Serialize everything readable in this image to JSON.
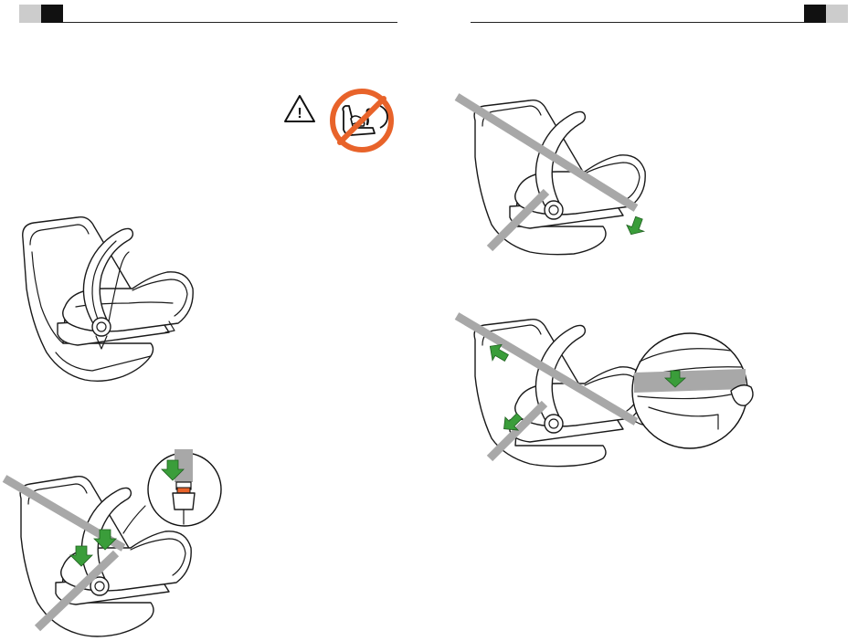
{
  "document": {
    "type": "car-seat-installation-manual-spread",
    "colors": {
      "header_dark": "#111111",
      "header_light": "#cccccc",
      "belt_gray": "#a8a8a8",
      "arrow_green": "#3a9d3a",
      "prohibition_orange": "#e8632a"
    },
    "pages": [
      {
        "side": "left",
        "figures": [
          {
            "name": "warning-triangle-icon",
            "glyph": "!"
          },
          {
            "name": "no-airbag-icon"
          },
          {
            "name": "infant-carrier-on-vehicle-seat"
          },
          {
            "name": "lap-belt-routing-with-buckle-detail"
          }
        ]
      },
      {
        "side": "right",
        "figures": [
          {
            "name": "belt-tensioning-step"
          },
          {
            "name": "belt-clip-detail-step"
          }
        ]
      }
    ]
  }
}
